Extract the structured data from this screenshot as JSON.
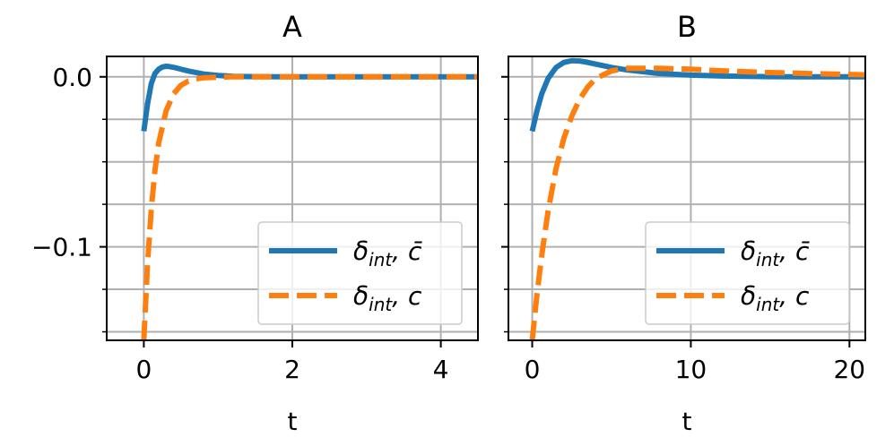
{
  "chart_data": [
    {
      "type": "line",
      "title": "A",
      "xlabel": "t",
      "ylabel": "",
      "xlim": [
        -0.5,
        4.5
      ],
      "ylim": [
        -0.155,
        0.012
      ],
      "xticks": [
        0,
        2,
        4
      ],
      "xtick_labels": [
        "0",
        "2",
        "4"
      ],
      "yticks": [
        0.0,
        -0.1
      ],
      "ytick_labels": [
        "0.0",
        "−0.1"
      ],
      "y_minor_ticks": [
        -0.15,
        -0.125,
        -0.075,
        -0.05,
        -0.025
      ],
      "grid": true,
      "legend_position": "lower right",
      "series": [
        {
          "name_symbol": "δ",
          "name_subscript": "int",
          "name_tail": ",  c̄",
          "color": "#1f77b4",
          "style": "solid",
          "x": [
            0,
            0.05,
            0.1,
            0.15,
            0.2,
            0.25,
            0.3,
            0.35,
            0.4,
            0.5,
            0.6,
            0.8,
            1.0,
            1.2,
            1.5,
            2.0,
            3.0,
            4.5
          ],
          "y": [
            -0.032,
            -0.016,
            -0.004,
            0.002,
            0.0045,
            0.0058,
            0.0062,
            0.006,
            0.0056,
            0.0045,
            0.0034,
            0.0017,
            0.0008,
            0.0003,
            0.0001,
            0.0,
            0.0,
            0.0
          ]
        },
        {
          "name_symbol": "δ",
          "name_subscript": "int",
          "name_tail": ",  c",
          "color": "#ff7f0e",
          "style": "dashed",
          "x": [
            0,
            0.05,
            0.1,
            0.15,
            0.2,
            0.3,
            0.4,
            0.5,
            0.6,
            0.7,
            0.8,
            1.0,
            1.2,
            1.5,
            2.0,
            3.0,
            4.5
          ],
          "y": [
            -0.155,
            -0.11,
            -0.078,
            -0.055,
            -0.039,
            -0.02,
            -0.01,
            -0.005,
            -0.0025,
            -0.0012,
            -0.0006,
            -0.0002,
            0.0,
            0.0,
            0.0,
            0.0,
            0.0
          ]
        }
      ]
    },
    {
      "type": "line",
      "title": "B",
      "xlabel": "t",
      "ylabel": "",
      "xlim": [
        -1.5,
        21
      ],
      "ylim": [
        -0.155,
        0.012
      ],
      "xticks": [
        0,
        10,
        20
      ],
      "xtick_labels": [
        "0",
        "10",
        "20"
      ],
      "yticks": [
        0.0,
        -0.1
      ],
      "ytick_labels": [
        "",
        ""
      ],
      "y_minor_ticks": [
        -0.15,
        -0.125,
        -0.075,
        -0.05,
        -0.025
      ],
      "grid": true,
      "legend_position": "lower right",
      "series": [
        {
          "name_symbol": "δ",
          "name_subscript": "int",
          "name_tail": ",  c̄",
          "color": "#1f77b4",
          "style": "solid",
          "x": [
            0,
            0.3,
            0.6,
            1.0,
            1.5,
            2.0,
            2.5,
            3.0,
            3.5,
            4.0,
            5.0,
            6.0,
            8.0,
            10.0,
            12.0,
            15.0,
            18.0,
            21.0
          ],
          "y": [
            -0.032,
            -0.02,
            -0.01,
            -0.001,
            0.0055,
            0.0085,
            0.0095,
            0.0093,
            0.0085,
            0.0075,
            0.0055,
            0.004,
            0.002,
            0.001,
            0.0005,
            0.0001,
            0.0,
            0.0
          ]
        },
        {
          "name_symbol": "δ",
          "name_subscript": "int",
          "name_tail": ",  c",
          "color": "#ff7f0e",
          "style": "dashed",
          "x": [
            0,
            0.3,
            0.6,
            1.0,
            1.5,
            2.0,
            2.5,
            3.0,
            3.5,
            4.0,
            5.0,
            6.0,
            8.0,
            10.0,
            12.0,
            15.0,
            18.0,
            21.0
          ],
          "y": [
            -0.155,
            -0.128,
            -0.105,
            -0.079,
            -0.054,
            -0.036,
            -0.023,
            -0.013,
            -0.006,
            -0.001,
            0.0035,
            0.005,
            0.005,
            0.0045,
            0.0035,
            0.0025,
            0.0018,
            0.0012
          ]
        }
      ]
    }
  ]
}
